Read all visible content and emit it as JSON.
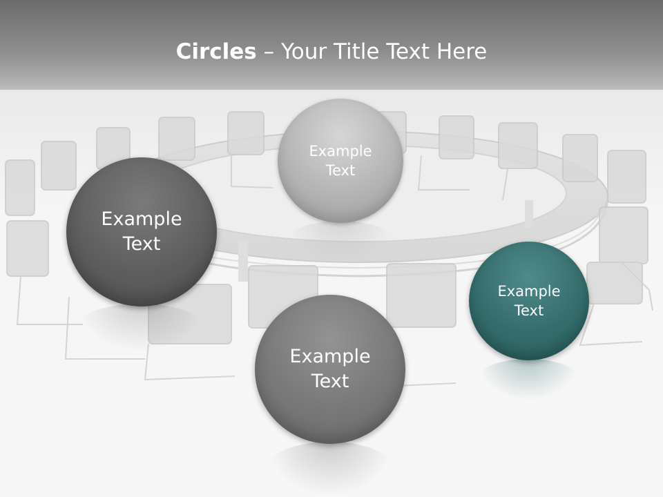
{
  "title": {
    "bold": "Circles",
    "rest": " – Your Title Text Here"
  },
  "circles": [
    {
      "line1": "Example",
      "line2": "Text"
    },
    {
      "line1": "Example",
      "line2": "Text"
    },
    {
      "line1": "Example",
      "line2": "Text"
    },
    {
      "line1": "Example",
      "line2": "Text"
    }
  ],
  "colors": {
    "circle_top": "#b4b4b4",
    "circle_left": "#5e5e5e",
    "circle_bottom": "#787878",
    "circle_right": "#346c6c",
    "title_band": "#7f7f7f"
  }
}
